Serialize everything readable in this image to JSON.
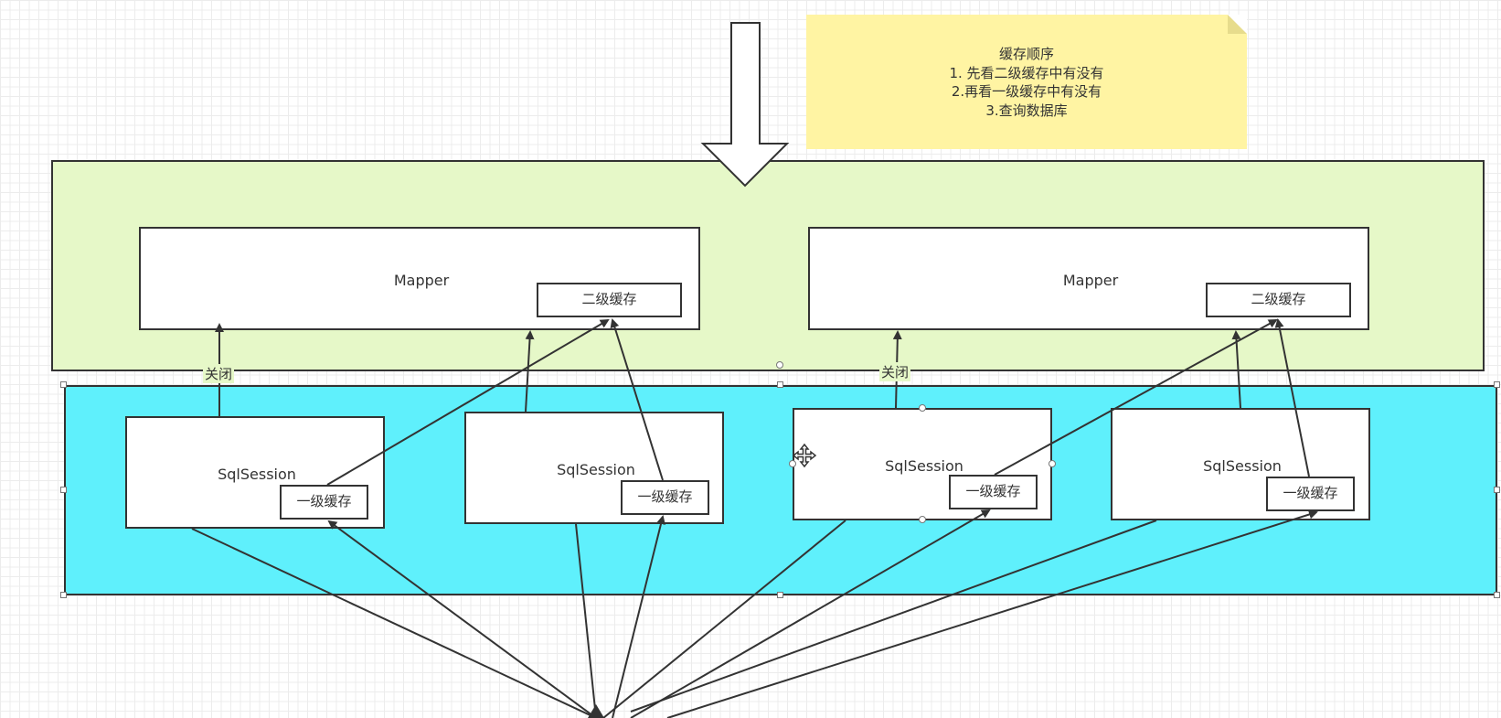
{
  "note": {
    "title": "缓存顺序",
    "lines": [
      "1. 先看二级缓存中有没有",
      "2.再看一级缓存中有没有",
      "3.查询数据库"
    ]
  },
  "mappers": [
    {
      "label": "Mapper",
      "cache_label": "二级缓存"
    },
    {
      "label": "Mapper",
      "cache_label": "二级缓存"
    }
  ],
  "close_labels": [
    "关闭",
    "关闭"
  ],
  "sessions": [
    {
      "label": "SqlSession",
      "cache_label": "一级缓存"
    },
    {
      "label": "SqlSession",
      "cache_label": "一级缓存"
    },
    {
      "label": "SqlSession",
      "cache_label": "一级缓存"
    },
    {
      "label": "SqlSession",
      "cache_label": "一级缓存"
    }
  ],
  "colors": {
    "note_bg": "#fff4a3",
    "mapper_zone_bg": "#e6f8c8",
    "session_zone_bg": "#5ff0fc",
    "stroke": "#333333"
  },
  "icons": [
    "move-icon"
  ]
}
